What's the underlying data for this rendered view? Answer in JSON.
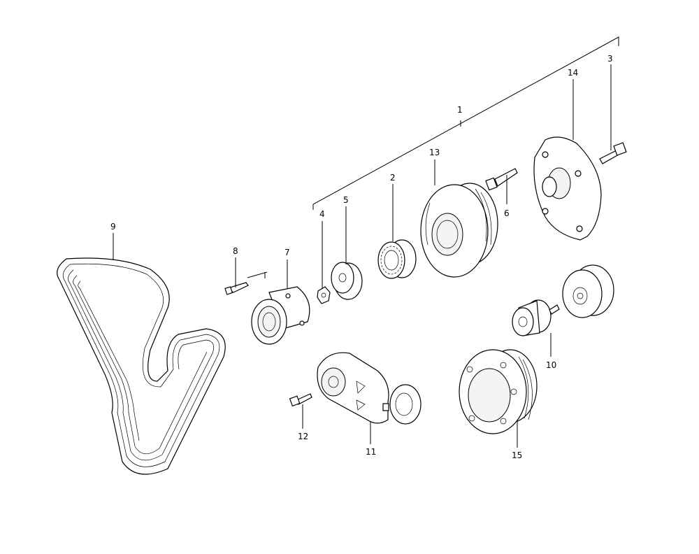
{
  "diagram": {
    "colors": {
      "line": "#000000",
      "background": "#ffffff"
    },
    "callouts": [
      {
        "id": "c1",
        "text": "1"
      },
      {
        "id": "c2",
        "text": "2"
      },
      {
        "id": "c3",
        "text": "3"
      },
      {
        "id": "c4",
        "text": "4"
      },
      {
        "id": "c5",
        "text": "5"
      },
      {
        "id": "c6",
        "text": "6"
      },
      {
        "id": "c7",
        "text": "7"
      },
      {
        "id": "c8",
        "text": "8"
      },
      {
        "id": "c9",
        "text": "9"
      },
      {
        "id": "c10",
        "text": "10"
      },
      {
        "id": "c11",
        "text": "11"
      },
      {
        "id": "c12",
        "text": "12"
      },
      {
        "id": "c13",
        "text": "13"
      },
      {
        "id": "c14",
        "text": "14"
      },
      {
        "id": "c15",
        "text": "15"
      }
    ]
  }
}
